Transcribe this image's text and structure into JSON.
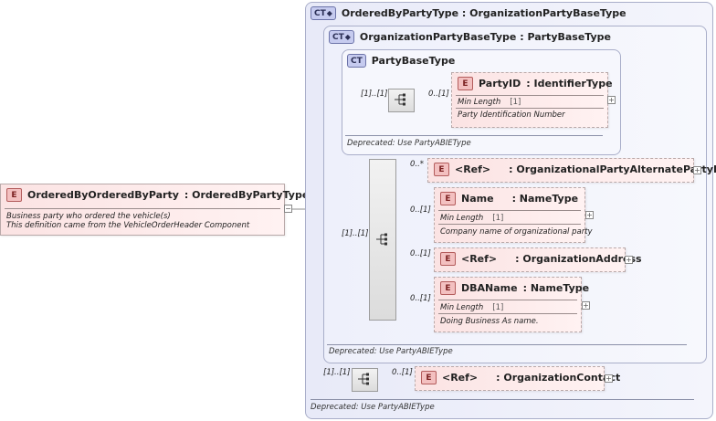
{
  "root": {
    "badge": "E",
    "name": "OrderedByOrderedByParty",
    "type": ": OrderedByPartyType",
    "doc1": "Business party who ordered the vehicle(s)",
    "doc2": "This definition came from the VehicleOrderHeader Component",
    "collapse": "−"
  },
  "outer": {
    "badge": "CT",
    "title": "OrderedByPartyType : OrganizationPartyBaseType",
    "deprecated": "Deprecated: Use PartyABIEType"
  },
  "middle": {
    "badge": "CT",
    "title": "OrganizationPartyBaseType : PartyBaseType",
    "deprecated": "Deprecated: Use PartyABIEType"
  },
  "inner": {
    "badge": "CT",
    "title": "PartyBaseType",
    "deprecated": "Deprecated: Use PartyABIEType",
    "seq_card": "[1]..[1]",
    "party_id": {
      "card": "0..[1]",
      "badge": "E",
      "name": "PartyID",
      "type": ": IdentifierType",
      "facet_label": "Min Length",
      "facet_value": "[1]",
      "doc": "Party Identification Number"
    }
  },
  "org_seq_card": "[1]..[1]",
  "org_elements": {
    "alt_id": {
      "card": "0..*",
      "badge": "E",
      "ref": "<Ref>",
      "type": ": OrganizationalPartyAlternatePartyId"
    },
    "name": {
      "card": "0..[1]",
      "badge": "E",
      "name": "Name",
      "type": ": NameType",
      "facet_label": "Min Length",
      "facet_value": "[1]",
      "doc": "Company name of organizational party"
    },
    "address": {
      "card": "0..[1]",
      "badge": "E",
      "ref": "<Ref>",
      "type": ": OrganizationAddress"
    },
    "dba": {
      "card": "0..[1]",
      "badge": "E",
      "name": "DBAName",
      "type": ": NameType",
      "facet_label": "Min Length",
      "facet_value": "[1]",
      "doc": "Doing Business As name."
    }
  },
  "contact": {
    "seq_card": "[1]..[1]",
    "card": "0..[1]",
    "badge": "E",
    "ref": "<Ref>",
    "type": ": OrganizationContact"
  },
  "expand_glyph": "+"
}
